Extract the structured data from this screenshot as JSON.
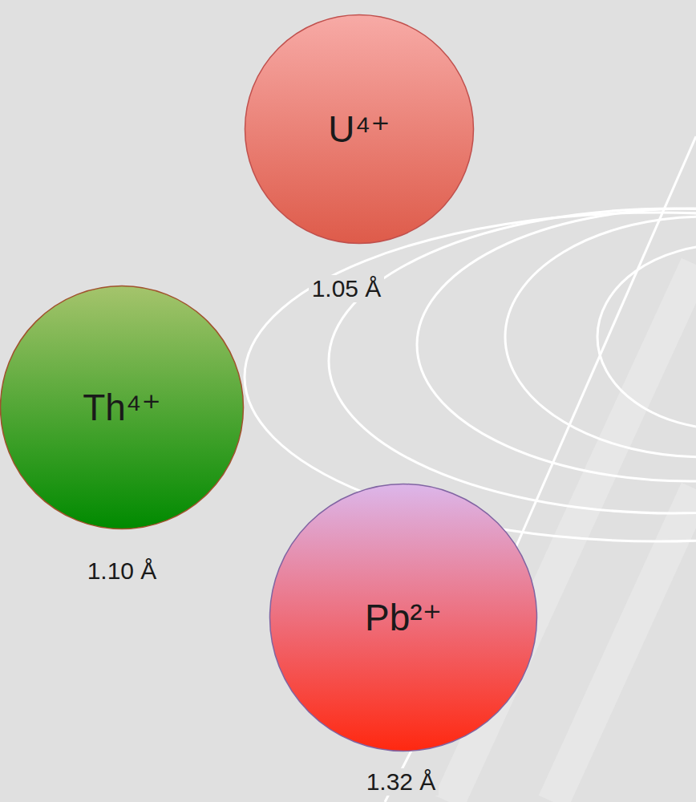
{
  "diagram": {
    "nodes": [
      {
        "text": [
          "U⁴⁺"
        ]
      },
      {
        "text": [
          "Th⁴⁺"
        ]
      },
      {
        "text": [
          "Pb²⁺"
        ]
      }
    ],
    "labels": [
      "1.05 Å",
      "1.10 Å",
      "1.32 Å"
    ]
  }
}
